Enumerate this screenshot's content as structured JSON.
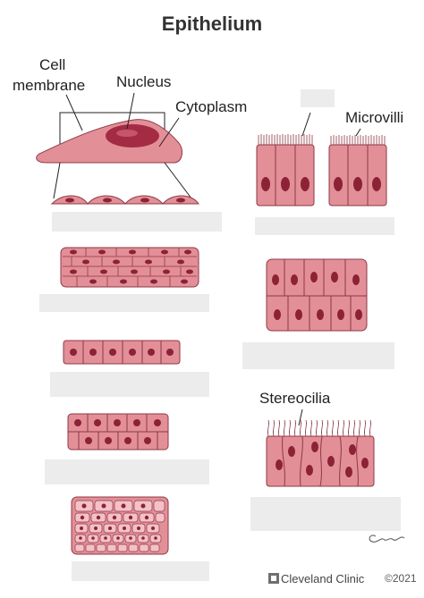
{
  "title": "Epithelium",
  "labels": {
    "cell_membrane_line1": "Cell",
    "cell_membrane_line2": "membrane",
    "nucleus": "Nucleus",
    "cytoplasm": "Cytoplasm",
    "microvilli": "Microvilli",
    "stereocilia": "Stereocilia"
  },
  "brand": "Cleveland Clinic",
  "copyright": "©2021",
  "colors": {
    "cell_fill": "#e38f98",
    "cell_outline": "#8e3a46",
    "nucleus": "#8b2236",
    "label_mask": "#ececec"
  },
  "icons": [
    "cleveland-clinic-logo-icon"
  ]
}
